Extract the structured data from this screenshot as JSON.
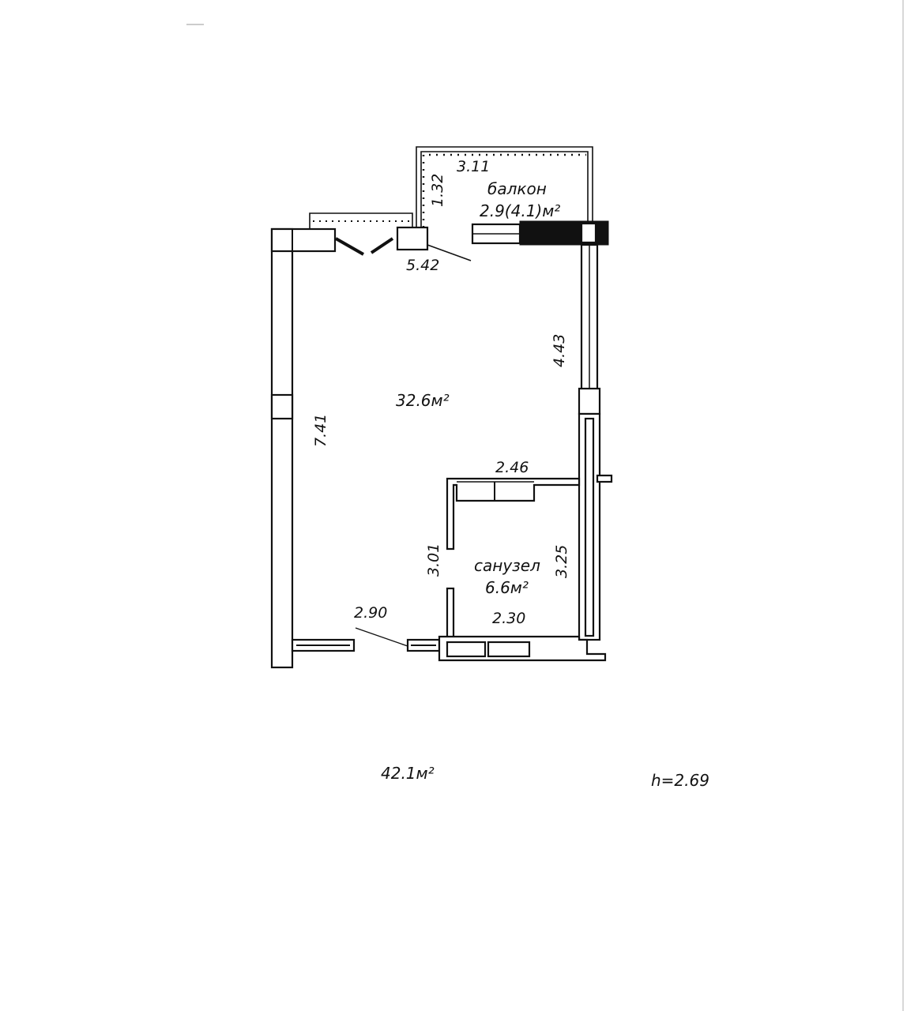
{
  "labels": {
    "balcony_name": "балкон",
    "balcony_area": "2.9(4.1)м²",
    "room_area": "32.6м²",
    "bath_name": "санузел",
    "bath_area": "6.6м²",
    "total_area": "42.1м²",
    "ceiling_height": "h=2.69"
  },
  "dimensions": {
    "balcony_width": "3.11",
    "balcony_depth": "1.32",
    "room_top": "5.42",
    "room_left": "7.41",
    "room_right_upper": "4.43",
    "bath_top": "2.46",
    "bath_left": "3.01",
    "bath_right": "3.25",
    "bath_bottom": "2.30",
    "room_bottom": "2.90"
  }
}
